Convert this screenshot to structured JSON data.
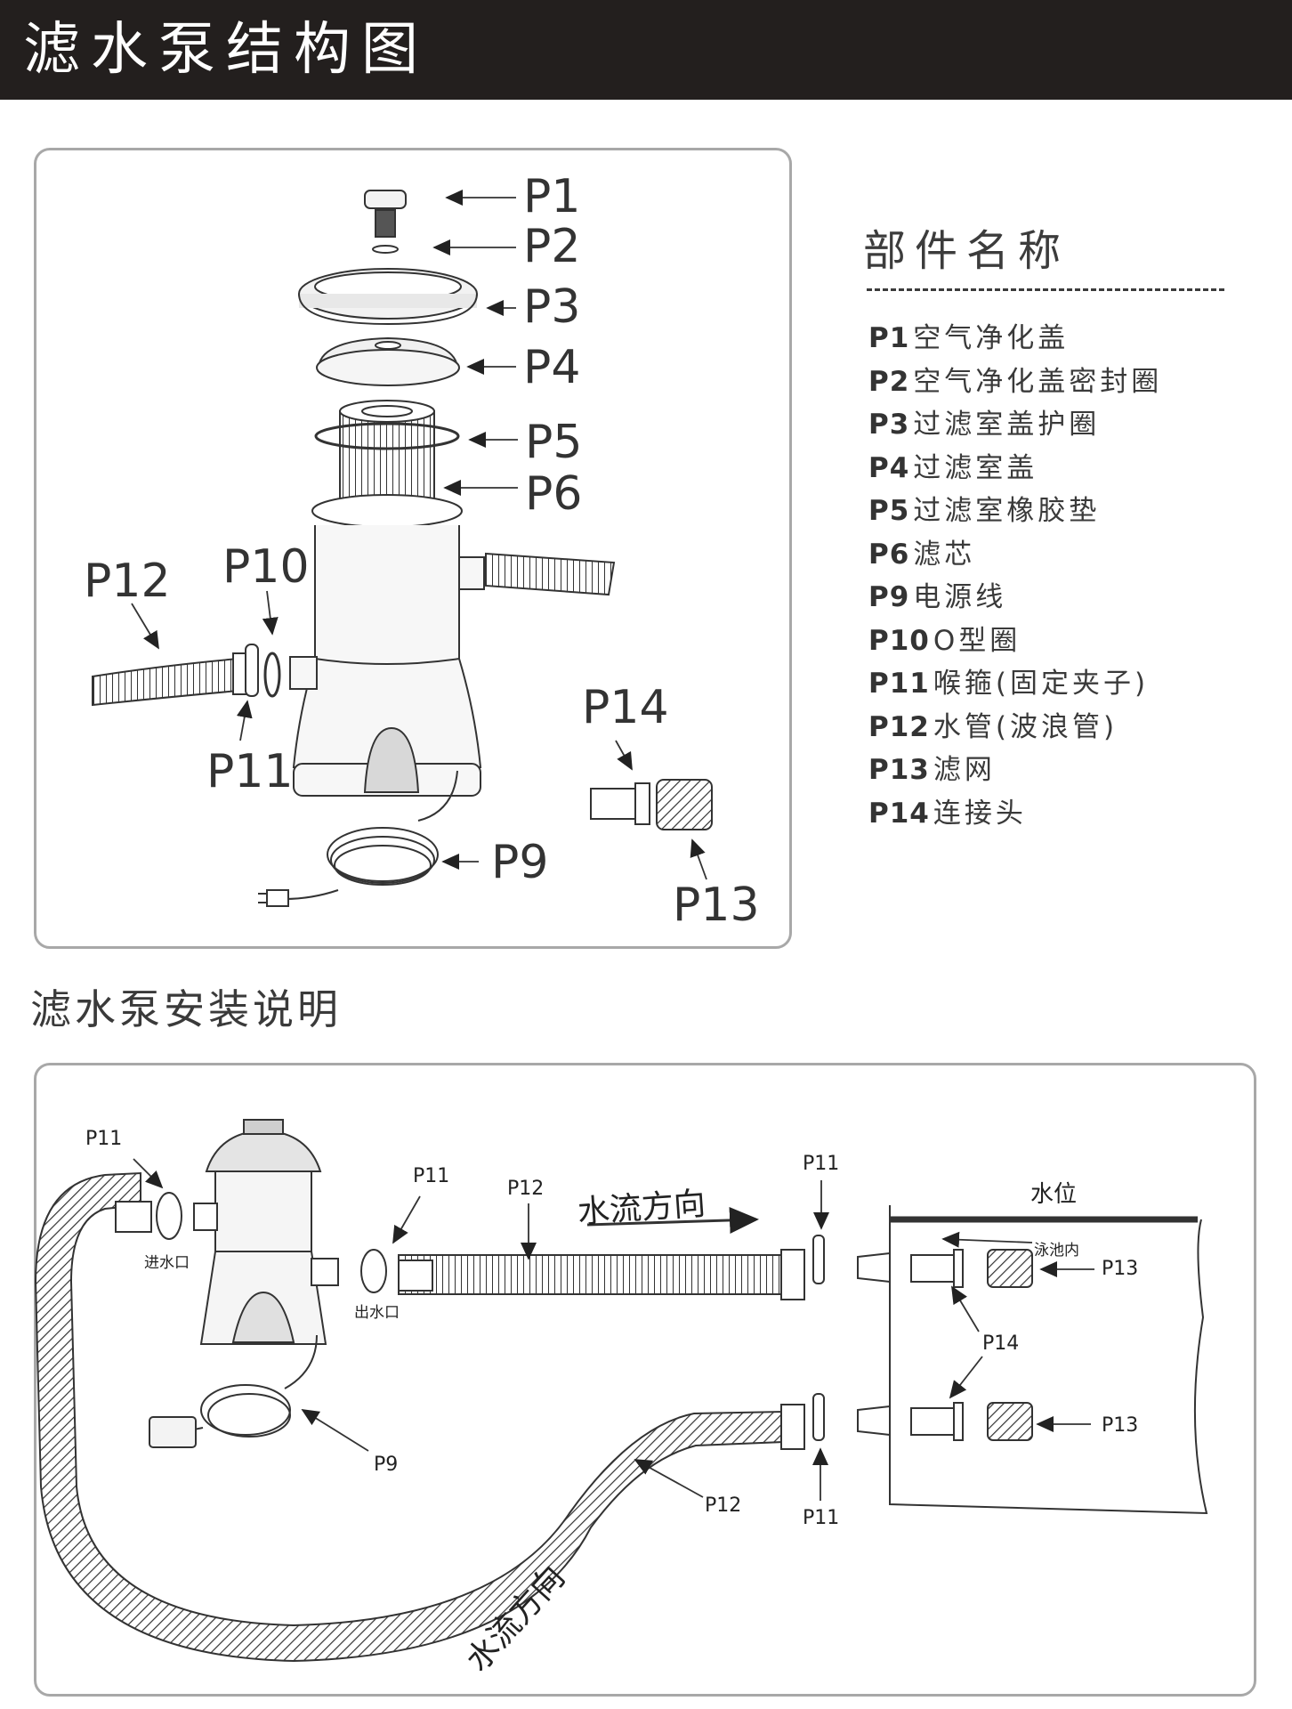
{
  "header": {
    "title": "滤水泵结构图"
  },
  "parts": {
    "title": "部件名称",
    "items": [
      {
        "code": "P1",
        "name": "空气净化盖"
      },
      {
        "code": "P2",
        "name": "空气净化盖密封圈"
      },
      {
        "code": "P3",
        "name": "过滤室盖护圈"
      },
      {
        "code": "P4",
        "name": "过滤室盖"
      },
      {
        "code": "P5",
        "name": "过滤室橡胶垫"
      },
      {
        "code": "P6",
        "name": "滤芯"
      },
      {
        "code": "P9",
        "name": "电源线"
      },
      {
        "code": "P10",
        "name": "O型圈"
      },
      {
        "code": "P11",
        "name": "喉箍(固定夹子)"
      },
      {
        "code": "P12",
        "name": "水管(波浪管)"
      },
      {
        "code": "P13",
        "name": "滤网"
      },
      {
        "code": "P14",
        "name": "连接头"
      }
    ]
  },
  "exploded": {
    "labels": {
      "p1": "P1",
      "p2": "P2",
      "p3": "P3",
      "p4": "P4",
      "p5": "P5",
      "p6": "P6",
      "p9": "P9",
      "p10": "P10",
      "p11": "P11",
      "p12": "P12",
      "p13": "P13",
      "p14": "P14"
    }
  },
  "install": {
    "title": "滤水泵安装说明",
    "labels": {
      "p11_inlet": "P11",
      "inlet": "进水口",
      "p11_outlet": "P11",
      "outlet": "出水口",
      "p12_top": "P12",
      "flow_top": "水流方向",
      "p11_top_right": "P11",
      "water_level": "水位",
      "in_pool": "泳池内",
      "p13_top": "P13",
      "p14": "P14",
      "p13_bottom": "P13",
      "p9": "P9",
      "p12_bottom": "P12",
      "p11_bottom": "P11",
      "flow_bottom": "水流方向"
    }
  },
  "colors": {
    "header_bg": "#231f1e",
    "panel_border": "#a8a8a8",
    "line": "#333333"
  }
}
